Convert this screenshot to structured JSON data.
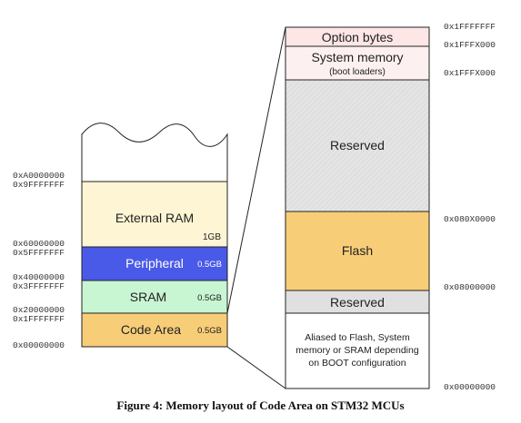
{
  "colors": {
    "external_ram": "#fdf5d3",
    "peripheral": "#4a5ae8",
    "sram": "#c8f5d2",
    "code_area": "#f8cd78",
    "option_bytes": "#fde6e6",
    "system_memory": "#fdf0f0",
    "reserved_hatch": "#e4e4e4",
    "flash": "#f8cd78",
    "reserved_small": "#e0e0e0",
    "aliased": "#ffffff"
  },
  "left_map": {
    "addresses": {
      "a0000000": "0xA0000000",
      "9fffffff": "0x9FFFFFFF",
      "60000000": "0x60000000",
      "5fffffff": "0x5FFFFFFF",
      "40000000": "0x40000000",
      "3fffffff": "0x3FFFFFFF",
      "20000000": "0x20000000",
      "1fffffff": "0x1FFFFFFF",
      "00000000": "0x00000000"
    },
    "external_ram": {
      "label": "External RAM",
      "size": "1GB"
    },
    "peripheral": {
      "label": "Peripheral",
      "size": "0.5GB"
    },
    "sram": {
      "label": "SRAM",
      "size": "0.5GB"
    },
    "code_area": {
      "label": "Code Area",
      "size": "0.5GB"
    }
  },
  "right_map": {
    "addresses": {
      "top": "0x1FFFFFFF",
      "sys_top": "0x1FFFX000",
      "sys_bottom": "0x1FFFX000",
      "flash_top": "0x080X0000",
      "flash_bottom": "0x08000000",
      "bottom": "0x00000000"
    },
    "option_bytes": "Option bytes",
    "system_memory": {
      "label": "System memory",
      "sublabel": "(boot loaders)"
    },
    "reserved_large": "Reserved",
    "flash": "Flash",
    "reserved_small": "Reserved",
    "aliased": {
      "line1": "Aliased to Flash, System",
      "line2": "memory or SRAM depending",
      "line3": "on BOOT configuration"
    }
  },
  "caption": "Figure 4: Memory layout of Code Area on STM32 MCUs"
}
